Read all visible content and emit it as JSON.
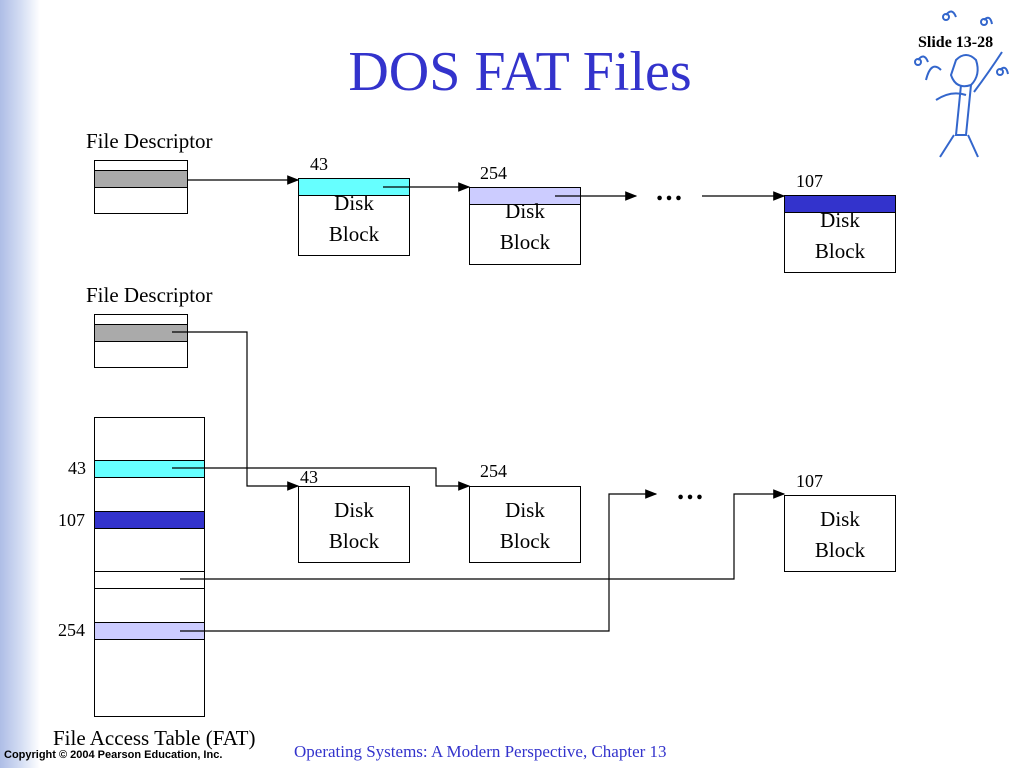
{
  "slide": {
    "title": "DOS FAT Files",
    "number": "Slide 13-28",
    "copyright": "Copyright © 2004 Pearson Education, Inc.",
    "book": "Operating Systems: A Modern Perspective, Chapter 13"
  },
  "top_diagram": {
    "descriptor_label": "File Descriptor",
    "blocks": [
      {
        "number": "43",
        "line1": "Disk",
        "line2": "Block",
        "color": "#66ffff"
      },
      {
        "number": "254",
        "line1": "Disk",
        "line2": "Block",
        "color": "#ccccff"
      },
      {
        "number": "107",
        "line1": "Disk",
        "line2": "Block",
        "color": "#3333cc"
      }
    ],
    "ellipsis": "…"
  },
  "bottom_diagram": {
    "descriptor_label": "File Descriptor",
    "fat_label": "File Access Table (FAT)",
    "fat_entries": [
      {
        "index": "43",
        "color": "#66ffff"
      },
      {
        "index": "107",
        "color": "#3333cc"
      },
      {
        "index": "254",
        "color": "#ccccff"
      }
    ],
    "blocks": [
      {
        "number": "43",
        "line1": "Disk",
        "line2": "Block"
      },
      {
        "number": "254",
        "line1": "Disk",
        "line2": "Block"
      },
      {
        "number": "107",
        "line1": "Disk",
        "line2": "Block"
      }
    ],
    "ellipsis": "…"
  },
  "colors": {
    "title": "#3333cc",
    "descriptor_bar": "#aaaaaa"
  }
}
